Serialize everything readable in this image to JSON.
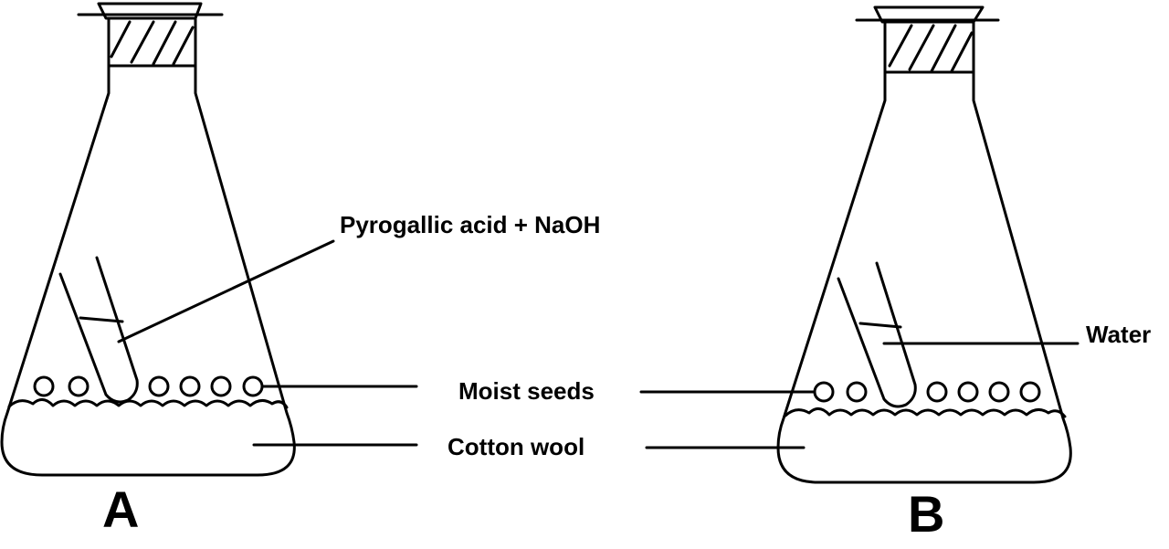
{
  "labels": {
    "pyrogallic": "Pyrogallic acid + NaOH",
    "water": "Water",
    "moist_seeds": "Moist seeds",
    "cotton_wool": "Cotton wool",
    "flask_a": "A",
    "flask_b": "B"
  },
  "colors": {
    "ink": "#000000",
    "background": "#ffffff"
  }
}
